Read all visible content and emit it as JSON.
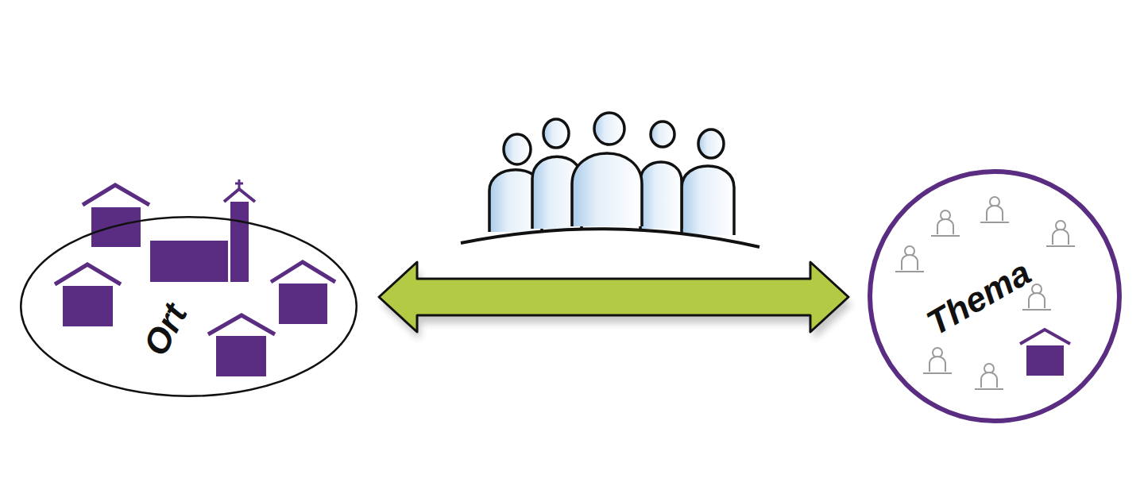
{
  "diagram": {
    "nodes": [
      {
        "text": [
          "Ort"
        ]
      },
      {
        "text": [
          "Thema"
        ]
      }
    ],
    "edges": [
      {
        "from": 0,
        "to": 1,
        "arrow": "both"
      }
    ]
  }
}
